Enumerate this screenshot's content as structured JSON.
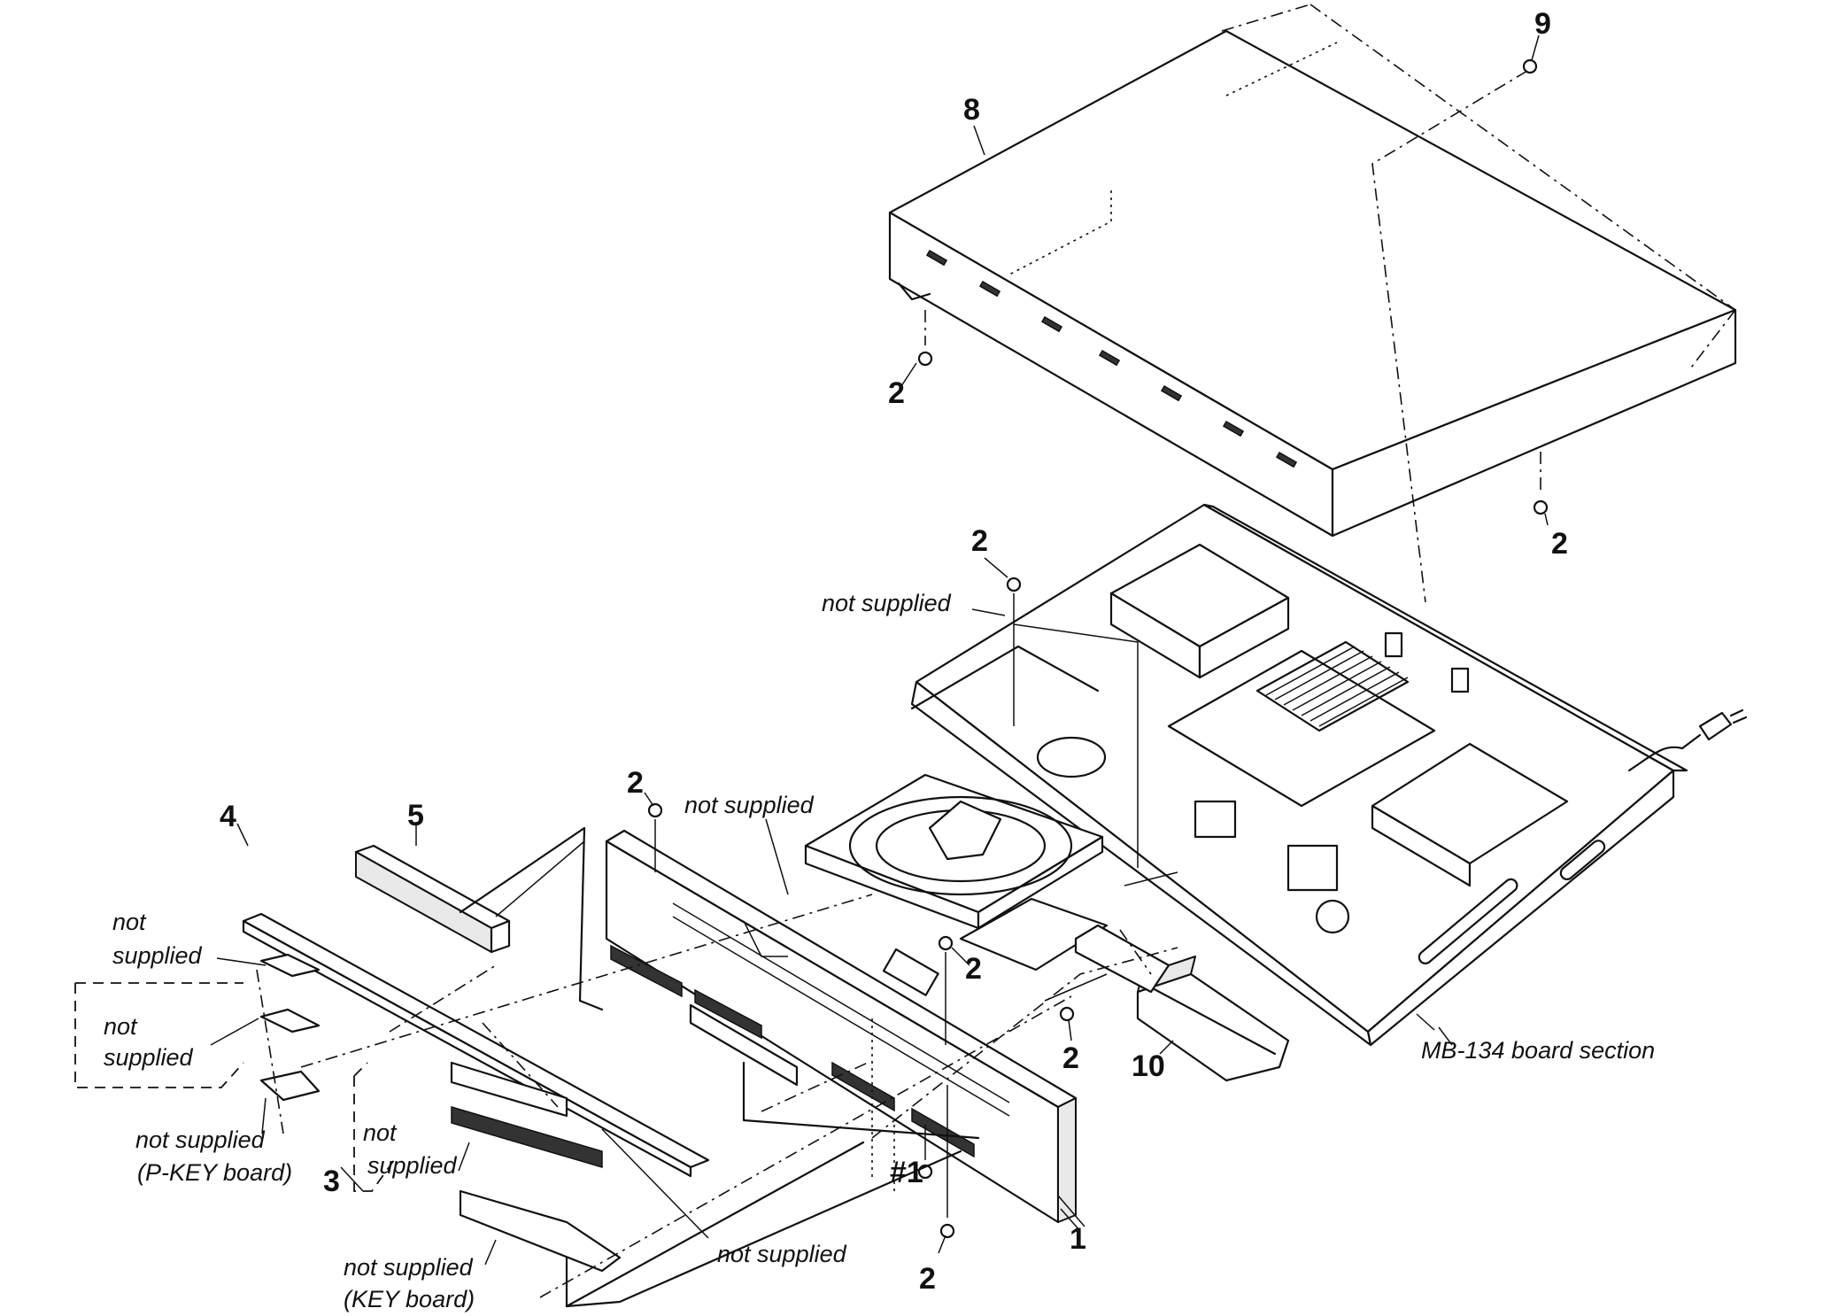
{
  "part_numbers": {
    "n1": "1",
    "n2": "2",
    "n3": "3",
    "n4": "4",
    "n5": "5",
    "n8": "8",
    "n9": "9",
    "n10": "10",
    "ref1": "#1"
  },
  "notes": {
    "not_supplied": "not supplied",
    "not": "not",
    "supplied": "supplied",
    "p_key_board": "(P-KEY board)",
    "key_board": "(KEY board)",
    "mb134_section": "MB-134 board section"
  }
}
